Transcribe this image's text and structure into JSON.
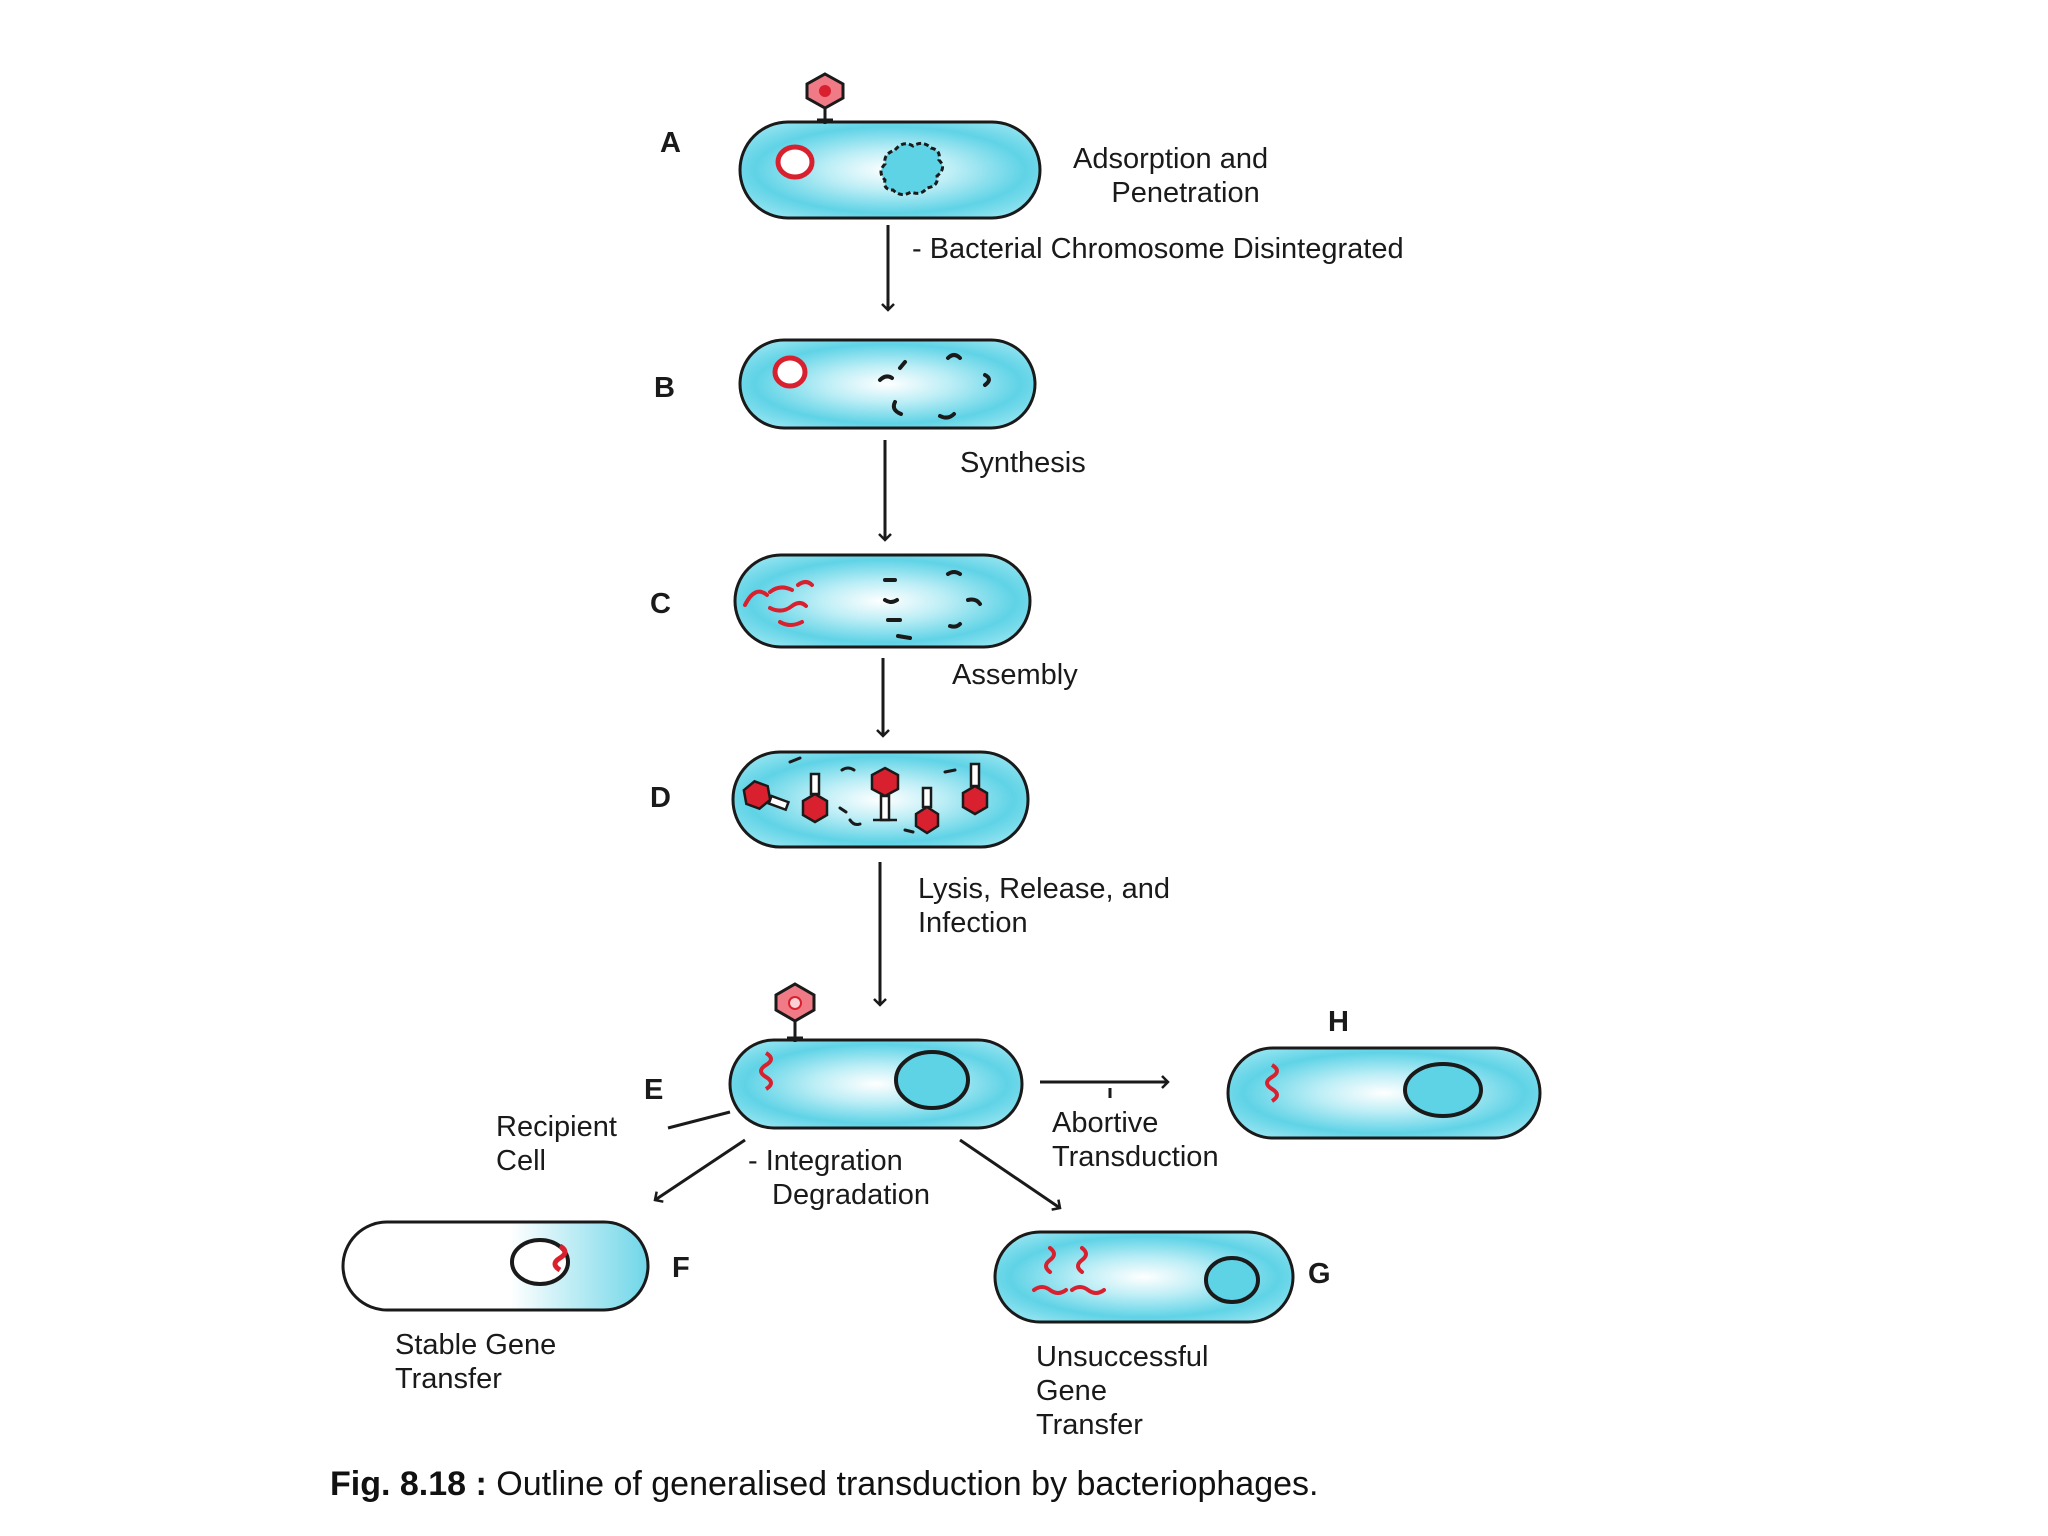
{
  "stages": {
    "A": "A",
    "B": "B",
    "C": "C",
    "D": "D",
    "E": "E",
    "F": "F",
    "G": "G",
    "H": "H"
  },
  "labels": {
    "adsorption": [
      "Adsorption and",
      "Penetration"
    ],
    "disintegrated": "- Bacterial Chromosome Disintegrated",
    "synthesis": "Synthesis",
    "assembly": "Assembly",
    "lysis": [
      "Lysis, Release, and",
      "Infection"
    ],
    "recipient": [
      "Recipient",
      "Cell"
    ],
    "integration": [
      "- Integration",
      "Degradation"
    ],
    "abortive": [
      "Abortive",
      "Transduction"
    ],
    "stable": [
      "Stable Gene",
      "Transfer"
    ],
    "unsuccessful": [
      "Unsuccessful",
      "Gene",
      "Transfer"
    ]
  },
  "caption": {
    "figure_number": "Fig. 8.18 :",
    "text": "Outline of generalised transduction by bacteriophages."
  },
  "colors": {
    "cytoplasm": "#5fd3e6",
    "outline": "#1a1a1a",
    "dna_red": "#d8202f",
    "phage_fill": "#f07a86"
  }
}
